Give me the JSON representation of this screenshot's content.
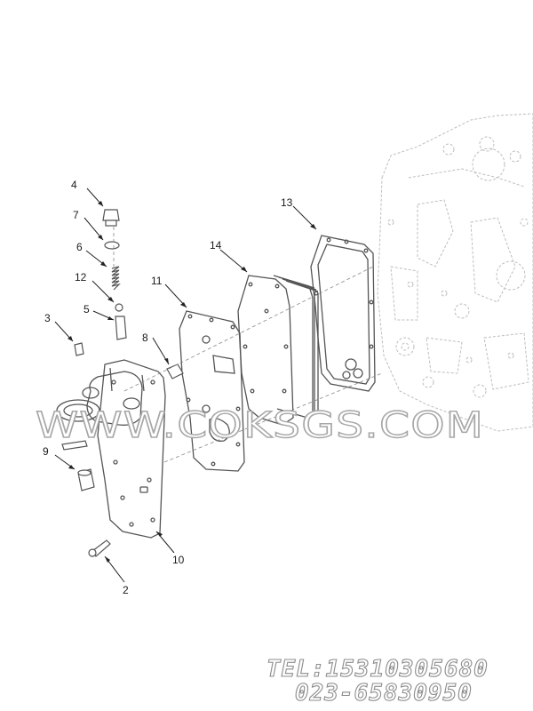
{
  "diagram": {
    "callouts": [
      {
        "id": "label-4",
        "text": "4"
      },
      {
        "id": "label-7",
        "text": "7"
      },
      {
        "id": "label-6",
        "text": "6"
      },
      {
        "id": "label-12",
        "text": "12"
      },
      {
        "id": "label-5",
        "text": "5"
      },
      {
        "id": "label-3",
        "text": "3"
      },
      {
        "id": "label-8",
        "text": "8"
      },
      {
        "id": "label-11",
        "text": "11"
      },
      {
        "id": "label-14",
        "text": "14"
      },
      {
        "id": "label-13",
        "text": "13"
      },
      {
        "id": "label-9",
        "text": "9"
      },
      {
        "id": "label-10",
        "text": "10"
      },
      {
        "id": "label-2",
        "text": "2"
      }
    ]
  },
  "watermark": {
    "text": "WWW.COKSGS.COM",
    "tel": "TEL:15310305680",
    "phone": "023-65830950"
  },
  "colors": {
    "line": "#555555",
    "engine_line": "#bcbcbc",
    "watermark_stroke": "#a7a7a7"
  }
}
